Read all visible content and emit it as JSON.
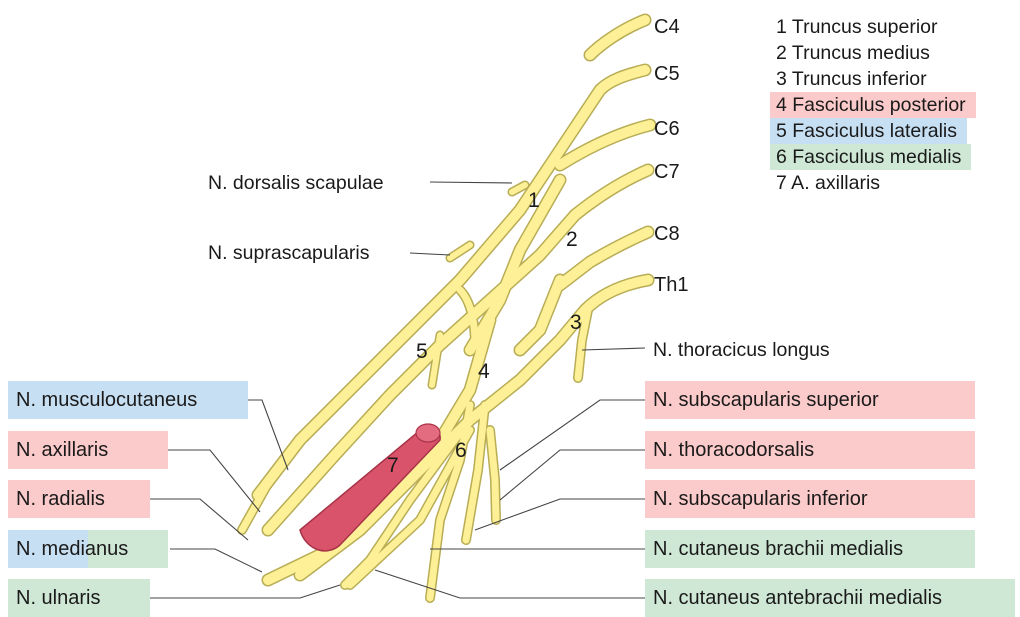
{
  "roots": [
    "C4",
    "C5",
    "C6",
    "C7",
    "C8",
    "Th1"
  ],
  "numbers": [
    "1",
    "2",
    "3",
    "4",
    "5",
    "6",
    "7"
  ],
  "legend": [
    {
      "text": "1 Truncus superior",
      "color": "none"
    },
    {
      "text": "2 Truncus medius",
      "color": "none"
    },
    {
      "text": "3 Truncus inferior",
      "color": "none"
    },
    {
      "text": "4 Fasciculus posterior",
      "color": "red"
    },
    {
      "text": "5 Fasciculus lateralis",
      "color": "blue"
    },
    {
      "text": "6 Fasciculus medialis",
      "color": "green"
    },
    {
      "text": "7 A. axillaris",
      "color": "none"
    }
  ],
  "plain_labels": {
    "dorsalis_scapulae": "N. dorsalis scapulae",
    "suprascapularis": "N. suprascapularis",
    "thoracicus_longus": "N. thoracicus longus"
  },
  "left_labels": [
    {
      "text": "N. musculocutaneus",
      "color": "blue"
    },
    {
      "text": "N. axillaris",
      "color": "red"
    },
    {
      "text": "N. radialis",
      "color": "red"
    },
    {
      "text": "N. medianus",
      "color": "blue-green"
    },
    {
      "text": "N. ulnaris",
      "color": "green"
    }
  ],
  "right_labels": [
    {
      "text": "N. subscapularis superior",
      "color": "red"
    },
    {
      "text": "N. thoracodorsalis",
      "color": "red"
    },
    {
      "text": "N. subscapularis inferior",
      "color": "red"
    },
    {
      "text": "N. cutaneus brachii medialis",
      "color": "green"
    },
    {
      "text": "N. cutaneus antebrachii medialis",
      "color": "green"
    }
  ],
  "colors": {
    "nerve": "#fdf097",
    "artery": "#d9546a",
    "posterior": "#fbcaca",
    "lateral": "#c7dff2",
    "medial": "#cfe8d6"
  }
}
